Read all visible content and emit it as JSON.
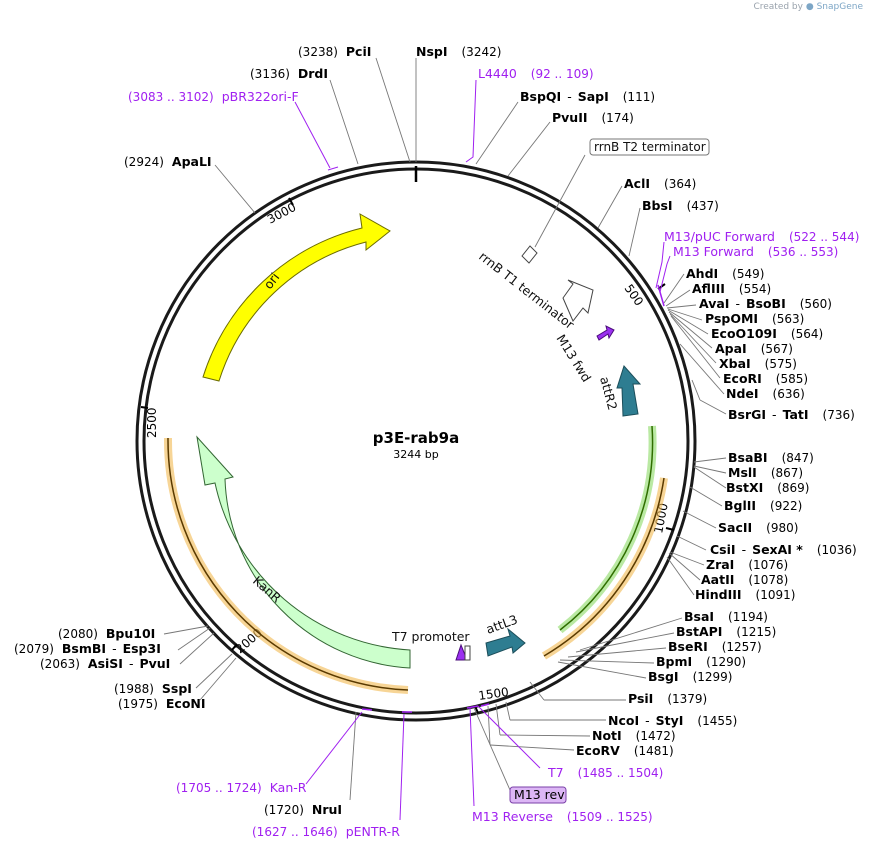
{
  "credit": {
    "prefix": "Created by",
    "brand": "SnapGene"
  },
  "plasmid": {
    "name": "p3E-rab9a",
    "length": "3244 bp"
  },
  "ticks": [
    "500",
    "1000",
    "1500",
    "2000",
    "2500",
    "3000"
  ],
  "features": [
    {
      "id": "ori",
      "label": "ori",
      "color": "#ffff00"
    },
    {
      "id": "kanr",
      "label": "KanR",
      "color": "#ccffcc"
    },
    {
      "id": "attr2",
      "label": "attR2",
      "color": "#2e7d91"
    },
    {
      "id": "attl3",
      "label": "attL3",
      "color": "#2e7d91"
    },
    {
      "id": "m13fwd",
      "label": "M13 fwd",
      "color": "#9b30f0"
    },
    {
      "id": "t7prom",
      "label": "T7 promoter",
      "color": "#9b30f0"
    },
    {
      "id": "t1term",
      "label": "rrnB T1 terminator",
      "color": "#ffffff"
    },
    {
      "id": "t2term",
      "label": "rrnB T2 terminator",
      "color": "#ffffff"
    }
  ],
  "sites": [
    {
      "id": "pcii",
      "name": "PciI",
      "pos": "(3238)"
    },
    {
      "id": "nspi",
      "name": "NspI",
      "pos": "(3242)"
    },
    {
      "id": "drdi",
      "name": "DrdI",
      "pos": "(3136)"
    },
    {
      "id": "apali",
      "name": "ApaLI",
      "pos": "(2924)"
    },
    {
      "id": "bspqi",
      "name": "BspQI",
      "name2": "SapI",
      "pos": "(111)"
    },
    {
      "id": "pvuii",
      "name": "PvuII",
      "pos": "(174)"
    },
    {
      "id": "acli",
      "name": "AclI",
      "pos": "(364)"
    },
    {
      "id": "bbsi",
      "name": "BbsI",
      "pos": "(437)"
    },
    {
      "id": "ahdi",
      "name": "AhdI",
      "pos": "(549)"
    },
    {
      "id": "afliii",
      "name": "AflIII",
      "pos": "(554)"
    },
    {
      "id": "avai",
      "name": "AvaI",
      "name2": "BsoBI",
      "pos": "(560)"
    },
    {
      "id": "pspomi",
      "name": "PspOMI",
      "pos": "(563)"
    },
    {
      "id": "eco0109i",
      "name": "EcoO109I",
      "pos": "(564)"
    },
    {
      "id": "apai",
      "name": "ApaI",
      "pos": "(567)"
    },
    {
      "id": "xbai",
      "name": "XbaI",
      "pos": "(575)"
    },
    {
      "id": "ecori",
      "name": "EcoRI",
      "pos": "(585)"
    },
    {
      "id": "ndei",
      "name": "NdeI",
      "pos": "(636)"
    },
    {
      "id": "bsrgi",
      "name": "BsrGI",
      "name2": "TatI",
      "pos": "(736)"
    },
    {
      "id": "bsabi",
      "name": "BsaBI",
      "pos": "(847)"
    },
    {
      "id": "msli",
      "name": "MslI",
      "pos": "(867)"
    },
    {
      "id": "bstxi",
      "name": "BstXI",
      "pos": "(869)"
    },
    {
      "id": "bglii",
      "name": "BglII",
      "pos": "(922)"
    },
    {
      "id": "sacii",
      "name": "SacII",
      "pos": "(980)"
    },
    {
      "id": "csii",
      "name": "CsiI",
      "name2": "SexAI *",
      "pos": "(1036)"
    },
    {
      "id": "zrai",
      "name": "ZraI",
      "pos": "(1076)"
    },
    {
      "id": "aatii",
      "name": "AatII",
      "pos": "(1078)"
    },
    {
      "id": "hindiii",
      "name": "HindIII",
      "pos": "(1091)"
    },
    {
      "id": "bsai",
      "name": "BsaI",
      "pos": "(1194)"
    },
    {
      "id": "bstapi",
      "name": "BstAPI",
      "pos": "(1215)"
    },
    {
      "id": "bseri",
      "name": "BseRI",
      "pos": "(1257)"
    },
    {
      "id": "bpmi",
      "name": "BpmI",
      "pos": "(1290)"
    },
    {
      "id": "bsgi",
      "name": "BsgI",
      "pos": "(1299)"
    },
    {
      "id": "psii",
      "name": "PsiI",
      "pos": "(1379)"
    },
    {
      "id": "ncoi",
      "name": "NcoI",
      "name2": "StyI",
      "pos": "(1455)"
    },
    {
      "id": "noti",
      "name": "NotI",
      "pos": "(1472)"
    },
    {
      "id": "ecorv",
      "name": "EcoRV",
      "pos": "(1481)"
    },
    {
      "id": "nrui",
      "name": "NruI",
      "pos": "(1720)"
    },
    {
      "id": "econi",
      "name": "EcoNI",
      "pos": "(1975)"
    },
    {
      "id": "sspi",
      "name": "SspI",
      "pos": "(1988)"
    },
    {
      "id": "asisi",
      "name": "AsiSI",
      "name2": "PvuI",
      "pos": "(2063)"
    },
    {
      "id": "bsmbi",
      "name": "BsmBI",
      "name2": "Esp3I",
      "pos": "(2079)"
    },
    {
      "id": "bpu10i",
      "name": "Bpu10I",
      "pos": "(2080)"
    }
  ],
  "primers": [
    {
      "id": "l4440",
      "name": "L4440",
      "range": "(92 .. 109)"
    },
    {
      "id": "pbr322ori",
      "name": "pBR322ori-F",
      "range": "(3083 .. 3102)"
    },
    {
      "id": "m13puc",
      "name": "M13/pUC Forward",
      "range": "(522 .. 544)"
    },
    {
      "id": "m13fwd",
      "name": "M13 Forward",
      "range": "(536 .. 553)"
    },
    {
      "id": "t7",
      "name": "T7",
      "range": "(1485 .. 1504)"
    },
    {
      "id": "m13rev",
      "name": "M13 rev"
    },
    {
      "id": "m13reverse",
      "name": "M13 Reverse",
      "range": "(1509 .. 1525)"
    },
    {
      "id": "kanr",
      "name": "Kan-R",
      "range": "(1705 .. 1724)"
    },
    {
      "id": "pentr",
      "name": "pENTR-R",
      "range": "(1627 .. 1646)"
    }
  ]
}
